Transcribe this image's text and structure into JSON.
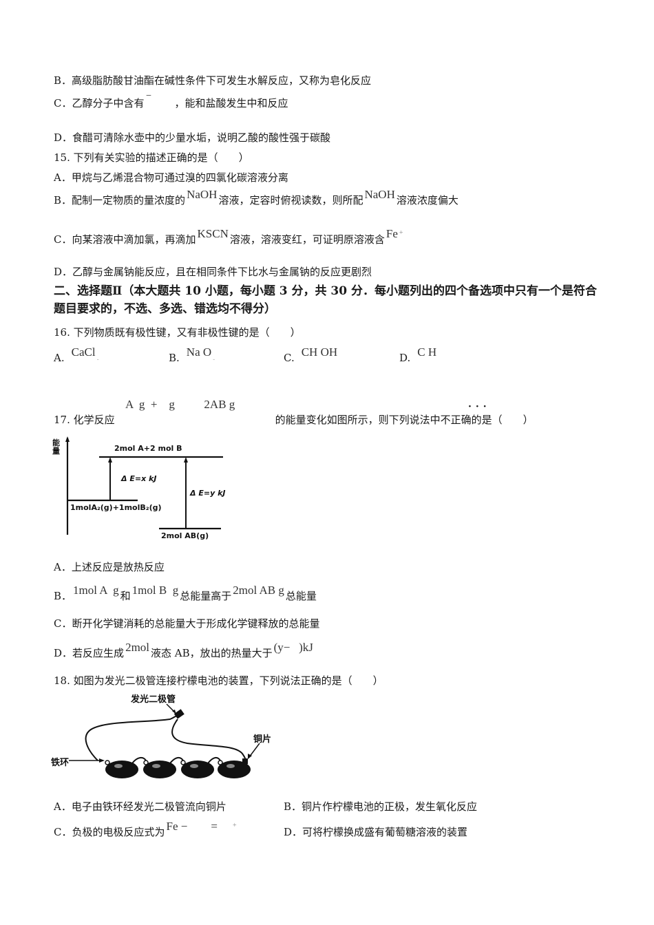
{
  "q14_continued": {
    "options": [
      {
        "key": "B",
        "text": "高级脂肪酸甘油酯在碱性条件下可发生水解反应，又称为皂化反应"
      },
      {
        "key": "C",
        "text_before": "乙醇分子中含有",
        "formula": "⁻",
        "text_after": "，能和盐酸发生中和反应"
      },
      {
        "key": "D",
        "text": "食醋可清除水壶中的少量水垢，说明乙酸的酸性强于碳酸"
      }
    ]
  },
  "q15": {
    "number": "15.",
    "stem": "下列有关实验的描述正确的是（　　）",
    "options": [
      {
        "key": "A",
        "text": "甲烷与乙烯混合物可通过溴的四氯化碳溶液分离"
      },
      {
        "key": "B",
        "text_1": "配制一定物质的量浓度的",
        "formula_1": "NaOH",
        "text_2": "溶液，定容时俯视读数，则所配",
        "formula_2": "NaOH",
        "text_3": "溶液浓度偏大"
      },
      {
        "key": "C",
        "text_1": "向某溶液中滴加氯，再滴加",
        "formula_1": "KSCN",
        "text_2": "溶液，溶液变红，可证明原溶液含",
        "formula_2": "Fe",
        "formula_2_sup": "+"
      },
      {
        "key": "D",
        "text": "乙醇与金属钠能反应，且在相同条件下比水与金属钠的反应更剧烈"
      }
    ]
  },
  "section2": {
    "heading": "二、选择题Ⅱ（本大题共 10 小题，每小题 3 分，共 30 分．每小题列出的四个备选项中只有一个是符合题目要求的，不选、多选、错选均不得分）"
  },
  "q16": {
    "number": "16.",
    "stem": "下列物质既有极性键，又有非极性键的是（　　）",
    "options": [
      {
        "key": "A.",
        "formula": "CaCl"
      },
      {
        "key": "B.",
        "formula": "Na O"
      },
      {
        "key": "C.",
        "formula": "CH OH"
      },
      {
        "key": "D.",
        "formula": "C H"
      }
    ]
  },
  "q17": {
    "number": "17.",
    "stem_before": "化学反应",
    "equation": "A  g  +    g          2AB g",
    "stem_after": "的能量变化如图所示，则下列说法中不正确的是（　　）",
    "emphasis_dots": "···",
    "diagram": {
      "y_axis_label": "能量",
      "top_level": "2mol A+2 mol B",
      "middle_level": "1molA₂(g)+1molB₂(g)",
      "bottom_level": "2mol AB(g)",
      "delta_x": "Δ E=x kJ",
      "delta_y": "Δ E=y kJ"
    },
    "options": [
      {
        "key": "A",
        "text": "上述反应是放热反应"
      },
      {
        "key": "B",
        "f1": "1mol A  g",
        "t1": "和",
        "f2": "1mol B  g",
        "t2": "总能量高于",
        "f3": "2mol AB g",
        "t3": "总能量"
      },
      {
        "key": "C",
        "text": "断开化学键消耗的总能量大于形成化学键释放的总能量"
      },
      {
        "key": "D",
        "t1": "若反应生成",
        "f1": "2mol",
        "t2": "液态 AB，放出的热量大于",
        "f2": "(y−   )kJ"
      }
    ]
  },
  "q18": {
    "number": "18.",
    "stem": "如图为发光二极管连接柠檬电池的装置，下列说法正确的是（　　）",
    "diagram": {
      "led_label": "发光二极管",
      "copper_label": "铜片",
      "iron_label": "铁环"
    },
    "options": [
      {
        "key": "A",
        "text": "电子由铁环经发光二极管流向铜片"
      },
      {
        "key": "B",
        "text": "铜片作柠檬电池的正极，发生氧化反应"
      },
      {
        "key": "C",
        "text_before": "负极的电极反应式为",
        "formula": "Fe −        =",
        "sup": "+"
      },
      {
        "key": "D",
        "text": "可将柠檬换成盛有葡萄糖溶液的装置"
      }
    ]
  }
}
